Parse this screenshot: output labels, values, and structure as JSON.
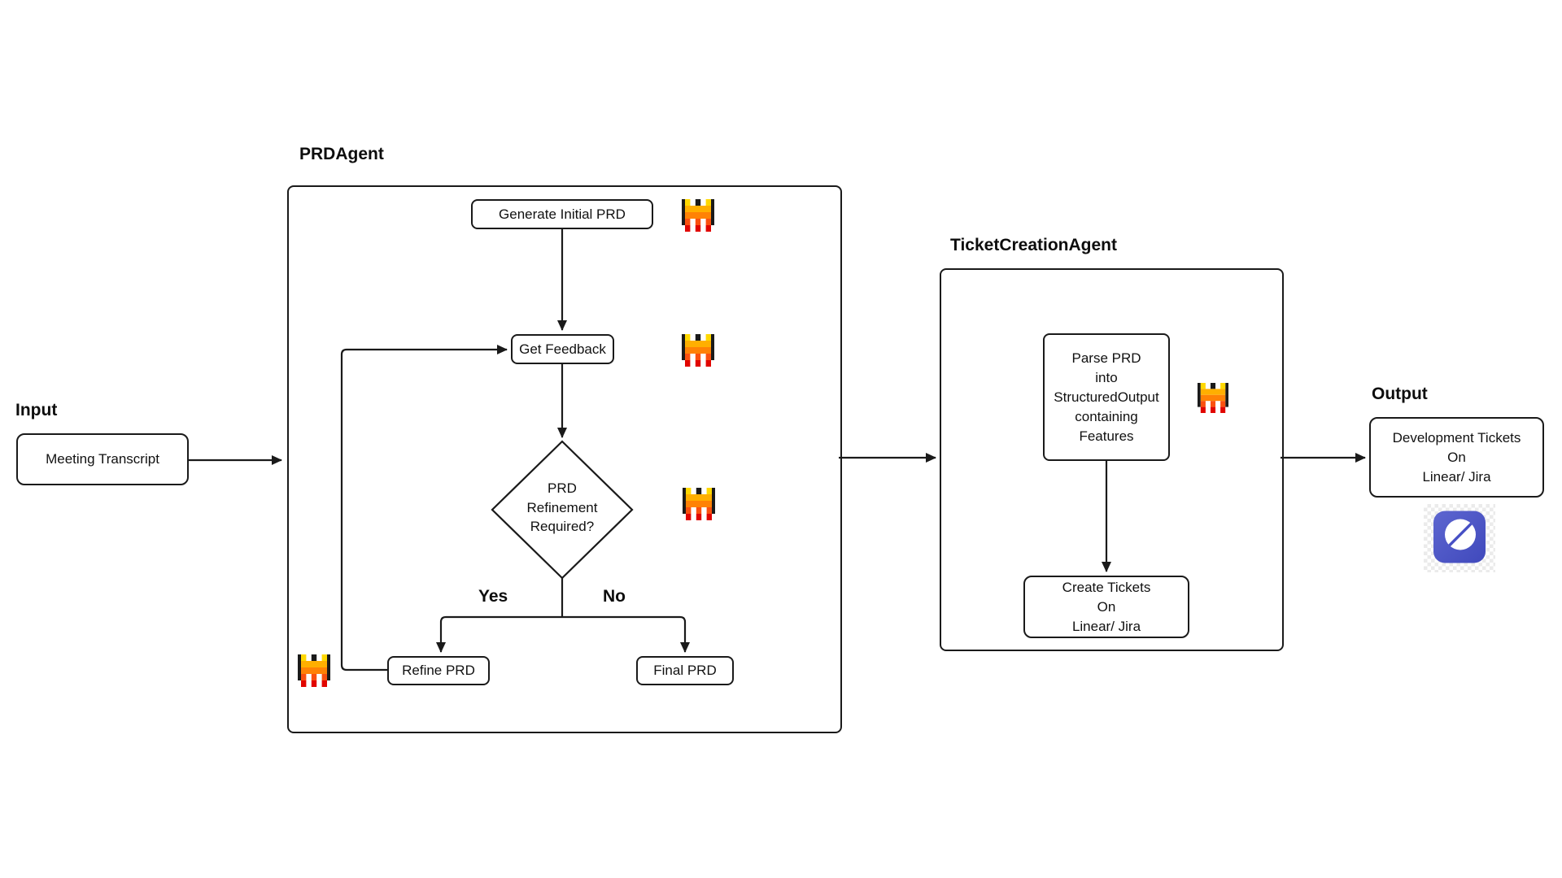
{
  "headings": {
    "input": "Input",
    "prd_agent": "PRDAgent",
    "ticket_agent": "TicketCreationAgent",
    "output": "Output"
  },
  "nodes": {
    "meeting_transcript": {
      "label": "Meeting Transcript"
    },
    "generate_initial_prd": {
      "label": "Generate Initial PRD"
    },
    "get_feedback": {
      "label": "Get Feedback"
    },
    "refinement_decision": {
      "lines": [
        "PRD",
        "Refinement",
        "Required?"
      ]
    },
    "refine_prd": {
      "label": "Refine PRD"
    },
    "final_prd": {
      "label": "Final PRD"
    },
    "parse_prd": {
      "lines": [
        "Parse PRD",
        "into",
        "StructuredOutput",
        "containing",
        "Features"
      ]
    },
    "create_tickets": {
      "lines": [
        "Create Tickets",
        "On",
        "Linear/ Jira"
      ]
    },
    "output_tickets": {
      "lines": [
        "Development Tickets",
        "On",
        "Linear/ Jira"
      ]
    }
  },
  "edge_labels": {
    "yes": "Yes",
    "no": "No"
  },
  "icons": {
    "mistral": "mistral-m-pixel-logo",
    "linear": "linear-app-logo"
  },
  "colors": {
    "line": "#1a1a1a",
    "mistral_yellow": "#FFD800",
    "mistral_amber": "#FFAF00",
    "mistral_orange": "#FF8205",
    "mistral_vermilion": "#FA500F",
    "mistral_red": "#E10500",
    "mistral_black": "#1a1a1a",
    "linear_indigo_light": "#5D66D0",
    "linear_indigo_dark": "#4049BC"
  }
}
